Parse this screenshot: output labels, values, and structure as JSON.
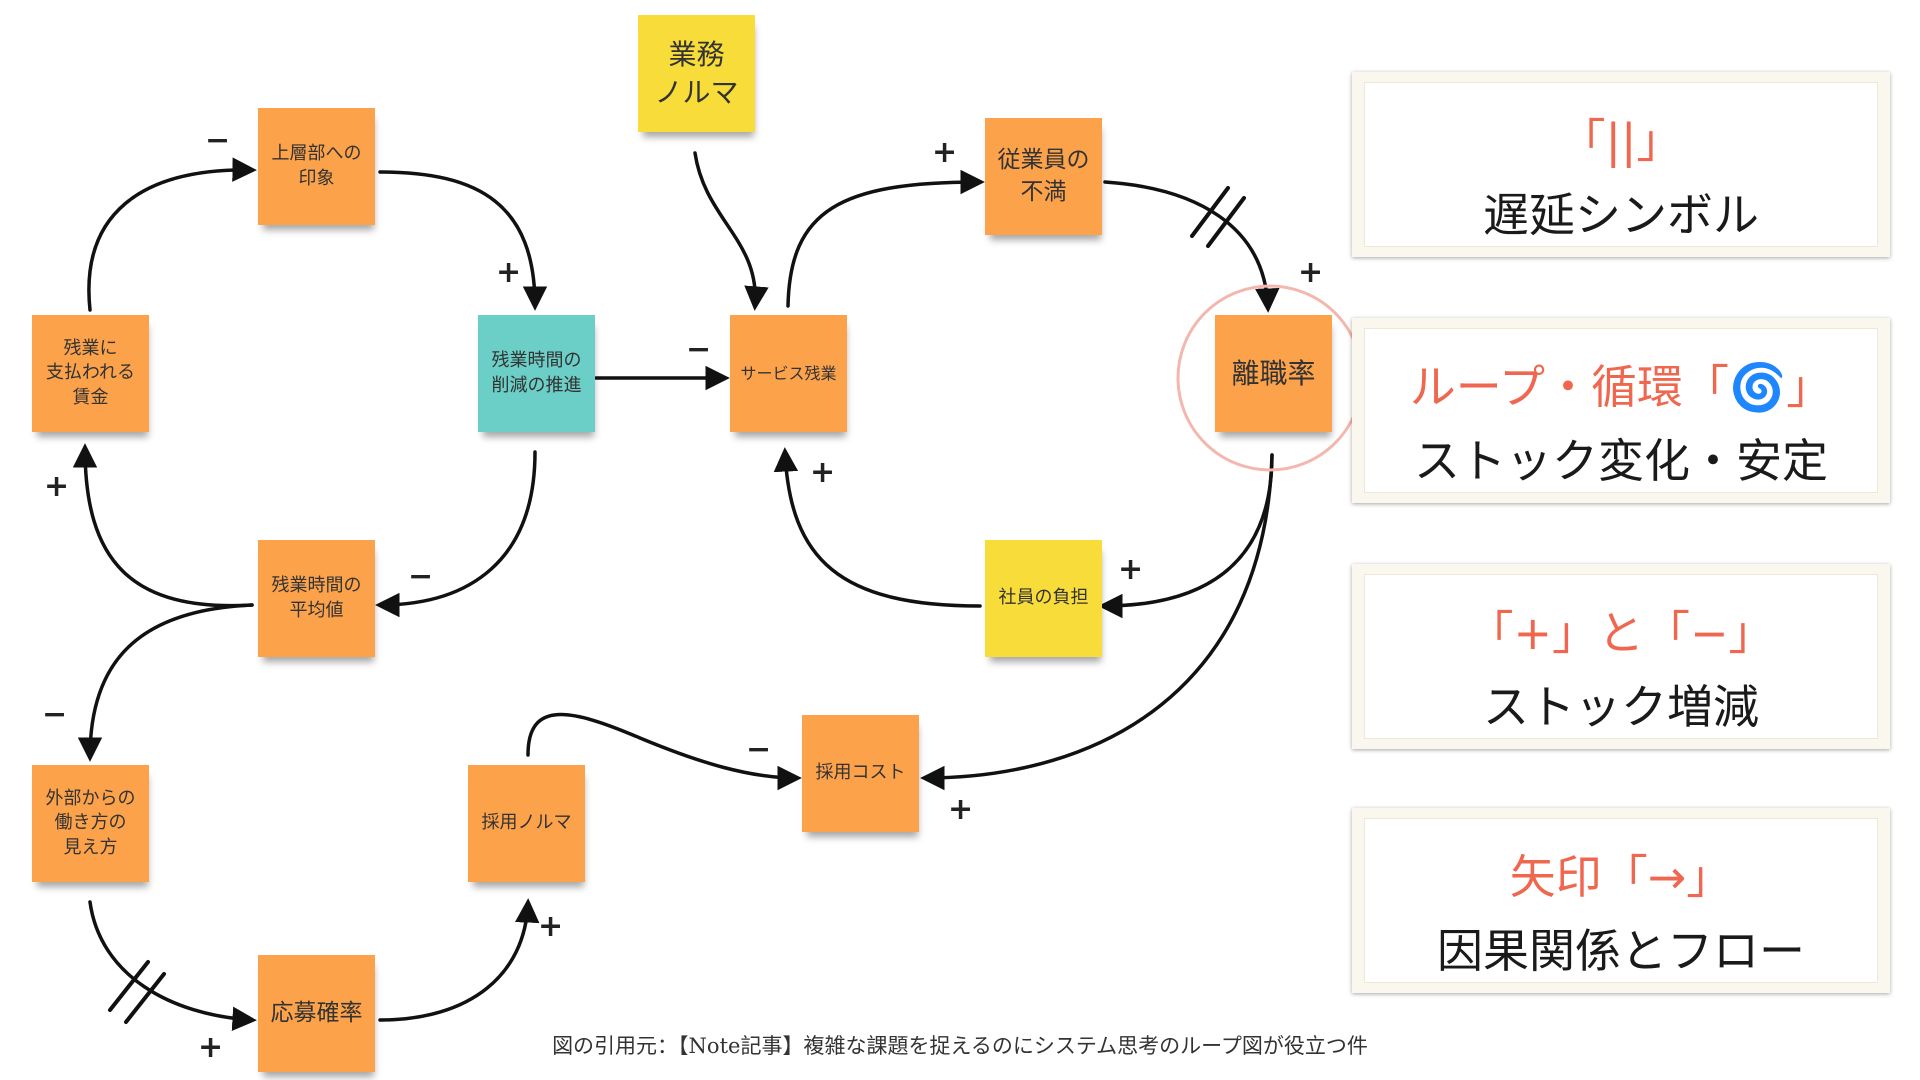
{
  "nodes": {
    "joso_inshou": "上層部への\n印象",
    "zangyo_chingin": "残業に\n支払われる\n賃金",
    "sakugen_suishin": "残業時間の\n削減の推進",
    "heikin": "残業時間の\n平均値",
    "gaibu": "外部からの\n働き方の\n見え方",
    "oubo": "応募確率",
    "saiyo_noruma": "採用ノルマ",
    "saiyo_cost": "採用コスト",
    "gyomu_noruma": "業務\nノルマ",
    "service_zangyo": "サービス残業",
    "fuman": "従業員の\n不満",
    "rishoku": "離職率",
    "futan": "社員の負担"
  },
  "signs": {
    "plus": "+",
    "minus": "−"
  },
  "legend": [
    {
      "line1": "「||」",
      "line2": "遅延シンボル"
    },
    {
      "line1": "ループ・循環「🌀」",
      "line2": "ストック変化・安定"
    },
    {
      "line1": "「+」と「−」",
      "line2": "ストック増減"
    },
    {
      "line1": "矢印「→」",
      "line2": "因果関係とフロー"
    }
  ],
  "caption": "図の引用元：【Note記事】複雑な課題を捉えるのにシステム思考のループ図が役立つ件",
  "colors": {
    "orange_note": "#fba24b",
    "teal_note": "#6ccfc7",
    "yellow_note": "#f8dc3a",
    "legend_accent": "#f0674f"
  }
}
